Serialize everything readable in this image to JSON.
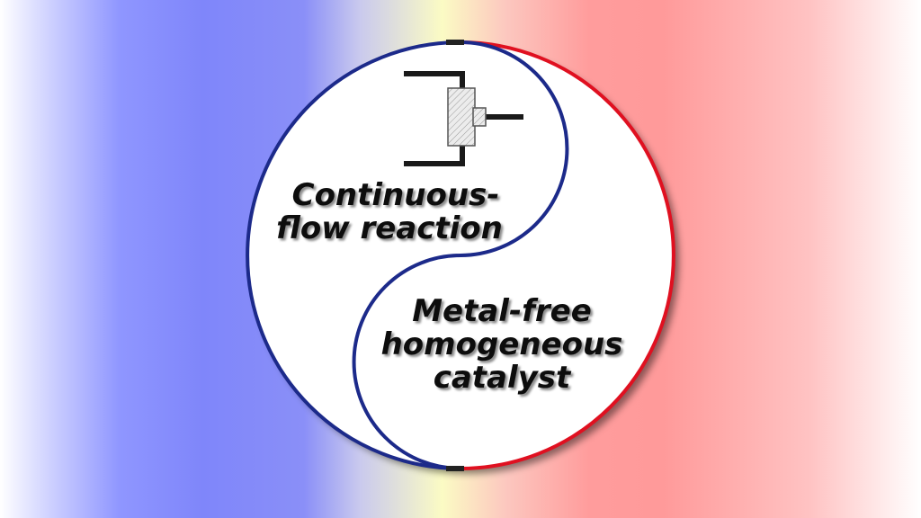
{
  "labels": {
    "continuous_flow_line1": "Continuous-",
    "continuous_flow_line2": "flow reaction",
    "metal_free_line1": "Metal-free",
    "metal_free_line2": "homogeneous",
    "metal_free_line3": "catalyst"
  },
  "colors": {
    "left_half_outline": "#1c2a8a",
    "right_half_outline": "#e01020",
    "circle_fill": "#ffffff",
    "text": "#111111"
  },
  "icons": {
    "flow_reactor": "t-junction-mixer-icon"
  }
}
